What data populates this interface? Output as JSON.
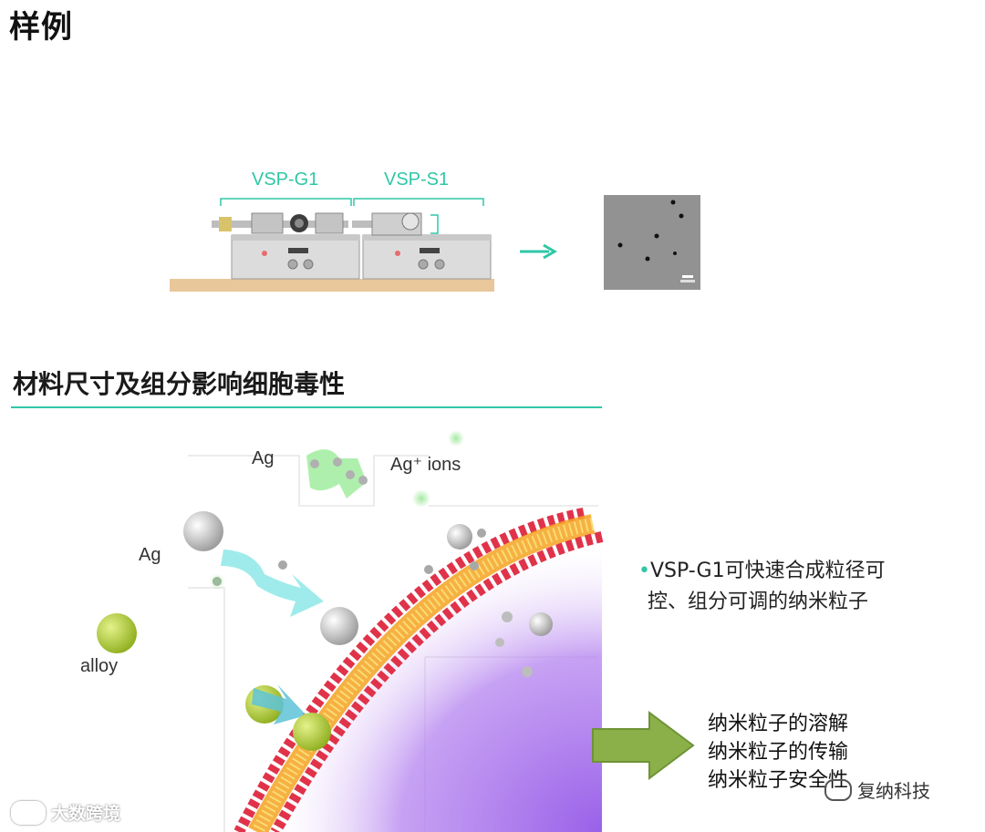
{
  "title": "样例",
  "devices": [
    {
      "label": "VSP-G1"
    },
    {
      "label": "VSP-S1"
    }
  ],
  "section": {
    "title": "材料尺寸及组分影响细胞毒性"
  },
  "diagram": {
    "labels": {
      "ag_top": "Ag",
      "ag_ions": "Ag⁺ ions",
      "ag_left": "Ag",
      "alloy": "alloy"
    }
  },
  "description": {
    "bullet": "•",
    "line1": "VSP-G1可快速合成粒径可",
    "line2": "控、组分可调的纳米粒子"
  },
  "process": {
    "items": [
      "纳米粒子的溶解",
      "纳米粒子的传输",
      "纳米粒子安全性"
    ]
  },
  "watermarks": {
    "left": "大数跨境",
    "right": "复纳科技"
  },
  "colors": {
    "accent": "#2fc7a6",
    "membrane_red": "#e0334a",
    "membrane_orange": "#f4a321",
    "cell_purple": "#b98af0",
    "arrow_green": "#8bb04a",
    "alloy_green": "#b7d23a"
  }
}
